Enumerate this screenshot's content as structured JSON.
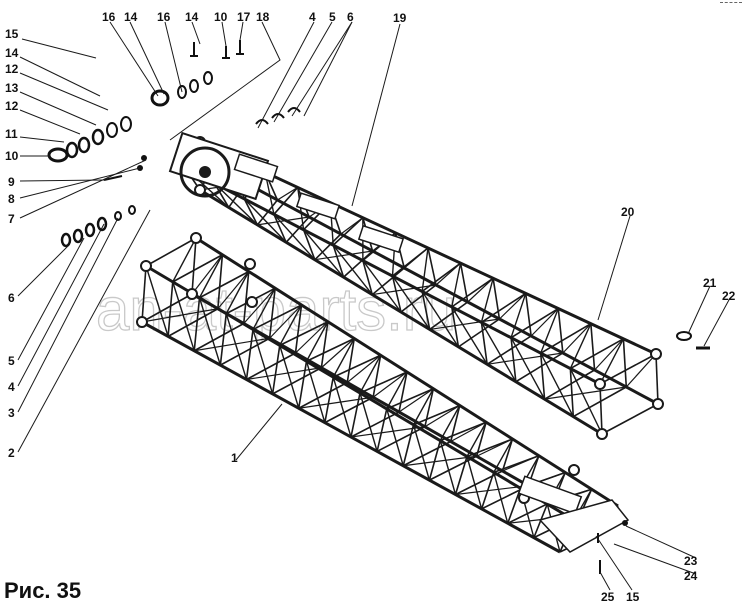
{
  "figure": {
    "caption": "Рис. 35",
    "watermark": "an-at-parts.ru"
  },
  "callouts": {
    "c1": "1",
    "c2": "2",
    "c3": "3",
    "c4": "4",
    "c5": "5",
    "c6": "6",
    "c7": "7",
    "c8": "8",
    "c9": "9",
    "c10": "10",
    "c11": "11",
    "c12a": "12",
    "c12b": "12",
    "c13": "13",
    "c14": "14",
    "c15": "15",
    "t16a": "16",
    "t14a": "14",
    "t16b": "16",
    "t14b": "14",
    "t10": "10",
    "t17": "17",
    "t18": "18",
    "t4": "4",
    "t5": "5",
    "t6": "6",
    "t19": "19",
    "c20": "20",
    "c21": "21",
    "c22": "22",
    "c23": "23",
    "c24": "24",
    "c25": "25",
    "c15b": "15"
  }
}
